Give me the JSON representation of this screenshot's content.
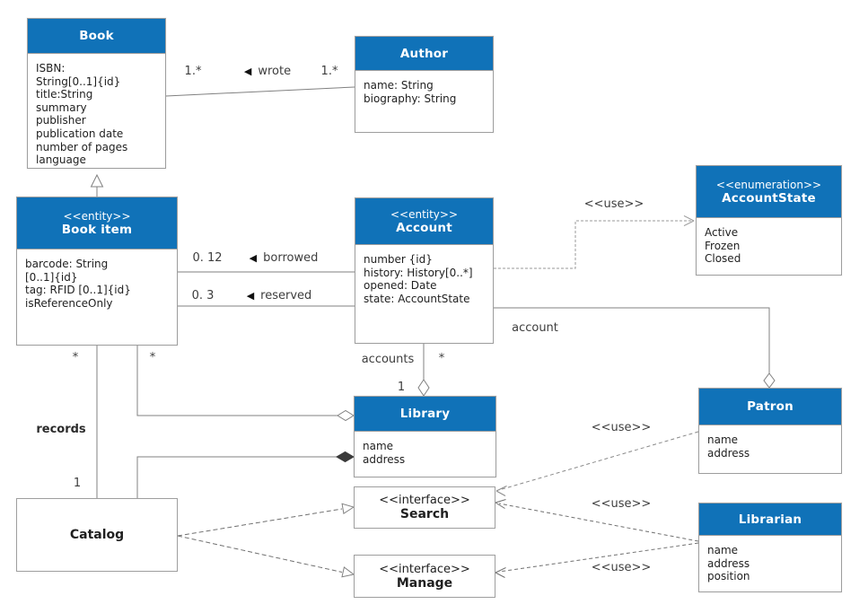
{
  "diagram": {
    "classes": {
      "book": {
        "name": "Book",
        "attributes": [
          "ISBN:",
          "String[0..1]{id}",
          "title:String",
          "summary",
          "publisher",
          "publication date",
          "number of pages",
          "language"
        ]
      },
      "author": {
        "name": "Author",
        "attributes": [
          "name: String",
          "biography: String"
        ]
      },
      "book_item": {
        "stereotype": "<<entity>>",
        "name": "Book item",
        "attributes": [
          "barcode: String",
          "[0..1]{id}",
          "tag: RFID [0..1]{id}",
          "isReferenceOnly"
        ]
      },
      "account": {
        "stereotype": "<<entity>>",
        "name": "Account",
        "attributes": [
          "number {id}",
          "history: History[0..*]",
          "opened: Date",
          "state: AccountState"
        ]
      },
      "account_state": {
        "stereotype": "<<enumeration>>",
        "name": "AccountState",
        "attributes": [
          "Active",
          "Frozen",
          "Closed"
        ]
      },
      "library": {
        "name": "Library",
        "attributes": [
          "name",
          "address"
        ]
      },
      "patron": {
        "name": "Patron",
        "attributes": [
          "name",
          "address"
        ]
      },
      "librarian": {
        "name": "Librarian",
        "attributes": [
          "name",
          "address",
          "position"
        ]
      },
      "catalog": {
        "name": "Catalog"
      },
      "search": {
        "stereotype": "<<interface>>",
        "name": "Search"
      },
      "manage": {
        "stereotype": "<<interface>>",
        "name": "Manage"
      }
    },
    "labels": {
      "wrote": {
        "mult_book": "1.*",
        "arrow": "◀",
        "label": "wrote",
        "mult_author": "1.*"
      },
      "borrowed": {
        "mult": "0. 12",
        "arrow": "◀",
        "label": "borrowed"
      },
      "reserved": {
        "mult": "0. 3",
        "arrow": "◀",
        "label": "reserved"
      },
      "use_account_state": "<<use>>",
      "use_patron_search": "<<use>>",
      "use_librarian_search": "<<use>>",
      "use_librarian_manage": "<<use>>",
      "account": {
        "label": "account"
      },
      "accounts": {
        "label": "accounts",
        "mult_star": "*",
        "mult_one": "1"
      },
      "records": {
        "label": "records",
        "mult_star": "*",
        "mult_one": "1"
      },
      "bookitem_library": {
        "mult_star": "*"
      }
    },
    "colors": {
      "header_bg": "#1072B8",
      "header_text": "#FFFFFF",
      "box_border": "#9E9E9E",
      "line": "#808080"
    }
  }
}
